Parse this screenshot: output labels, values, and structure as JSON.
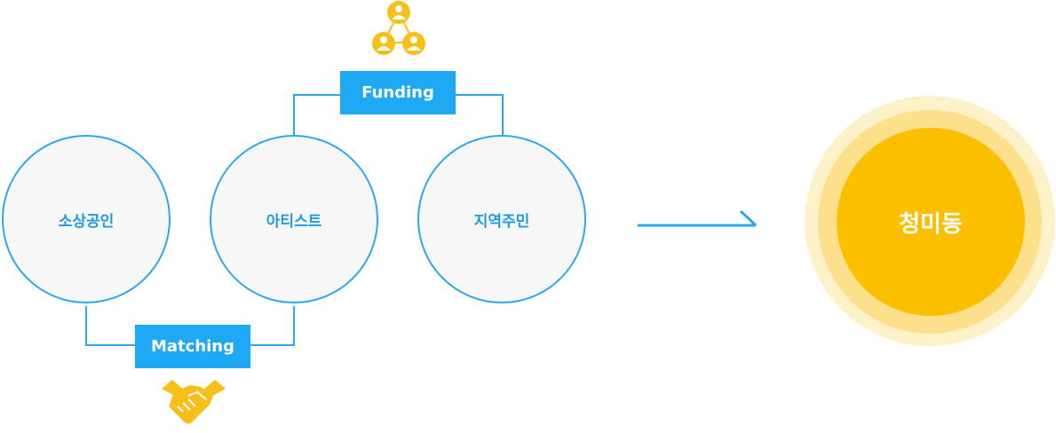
{
  "nodes": {
    "merchants": "소상공인",
    "artists": "아티스트",
    "residents": "지역주민"
  },
  "labels": {
    "funding": "Funding",
    "matching": "Matching"
  },
  "target": "청미동",
  "icons": {
    "funding": "network-people-icon",
    "matching": "handshake-icon",
    "flow": "arrow-right-icon"
  },
  "colors": {
    "accent_blue": "#1fa9f4",
    "yellow": "#fcbf00"
  }
}
